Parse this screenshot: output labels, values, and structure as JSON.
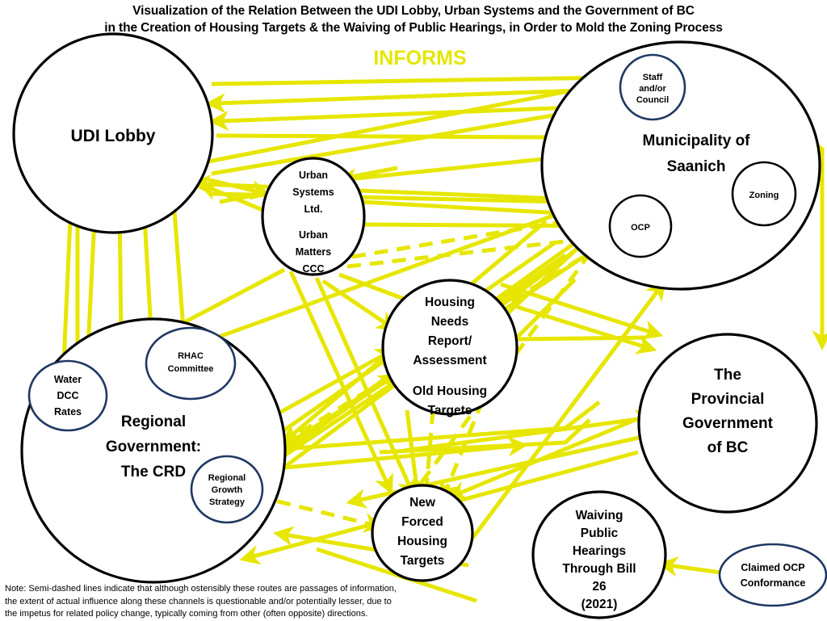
{
  "title": {
    "line1": "Visualization of the Relation Between the UDI Lobby, Urban Systems and the Government of BC",
    "line2": "in the Creation of Housing Targets & the Waiving of Public Hearings, in Order to Mold the Zoning Process"
  },
  "legend": {
    "informs": "INFORMS",
    "informs_color": "#E6E600"
  },
  "colors": {
    "edge": "#E6E600",
    "outer_node_stroke": "#000000",
    "inner_node_stroke": "#1F3864",
    "background": "#FFFFFF",
    "text": "#000000"
  },
  "footnote": {
    "line1": "Note: Semi-dashed lines indicate that although ostensibly these routes are passages of information,",
    "line2": "the extent of actual influence along these channels is questionable and/or potentially lesser, due to",
    "line3": "the impetus for related policy change, typically coming from other (often opposite) directions."
  },
  "nodes": [
    {
      "id": "udi",
      "label_lines": [
        "UDI Lobby"
      ],
      "kind": "outer"
    },
    {
      "id": "saanich",
      "label_lines": [
        "Municipality of",
        "Saanich"
      ],
      "kind": "outer"
    },
    {
      "id": "staff",
      "label_lines": [
        "Staff",
        "and/or",
        "Council"
      ],
      "kind": "inner"
    },
    {
      "id": "zoning",
      "label_lines": [
        "Zoning"
      ],
      "kind": "inner-black"
    },
    {
      "id": "ocp",
      "label_lines": [
        "OCP"
      ],
      "kind": "inner-black"
    },
    {
      "id": "urban",
      "label_lines": [
        "Urban",
        "Systems",
        "Ltd.",
        "",
        "Urban",
        "Matters",
        "CCC"
      ],
      "kind": "outer"
    },
    {
      "id": "housing",
      "label_lines": [
        "Housing",
        "Needs",
        "Report/",
        "Assessment",
        "",
        "Old Housing",
        "Targets"
      ],
      "kind": "outer"
    },
    {
      "id": "crd",
      "label_lines": [
        "Regional",
        "Government:",
        "The CRD"
      ],
      "kind": "outer"
    },
    {
      "id": "water",
      "label_lines": [
        "Water",
        "DCC",
        "Rates"
      ],
      "kind": "inner"
    },
    {
      "id": "rhac",
      "label_lines": [
        "RHAC",
        "Committee"
      ],
      "kind": "inner"
    },
    {
      "id": "rgs",
      "label_lines": [
        "Regional",
        "Growth",
        "Strategy"
      ],
      "kind": "inner"
    },
    {
      "id": "province",
      "label_lines": [
        "The",
        "Provincial",
        "Government",
        "of BC"
      ],
      "kind": "outer"
    },
    {
      "id": "newtargets",
      "label_lines": [
        "New",
        "Forced",
        "Housing",
        "Targets"
      ],
      "kind": "outer"
    },
    {
      "id": "waiving",
      "label_lines": [
        "Waiving",
        "Public",
        "Hearings",
        "Through Bill",
        "26",
        "(2021)"
      ],
      "kind": "outer"
    },
    {
      "id": "claimed",
      "label_lines": [
        "Claimed OCP",
        "Conformance"
      ],
      "kind": "inner"
    }
  ],
  "edge_count_solid": 40,
  "edge_count_dashed": 8
}
